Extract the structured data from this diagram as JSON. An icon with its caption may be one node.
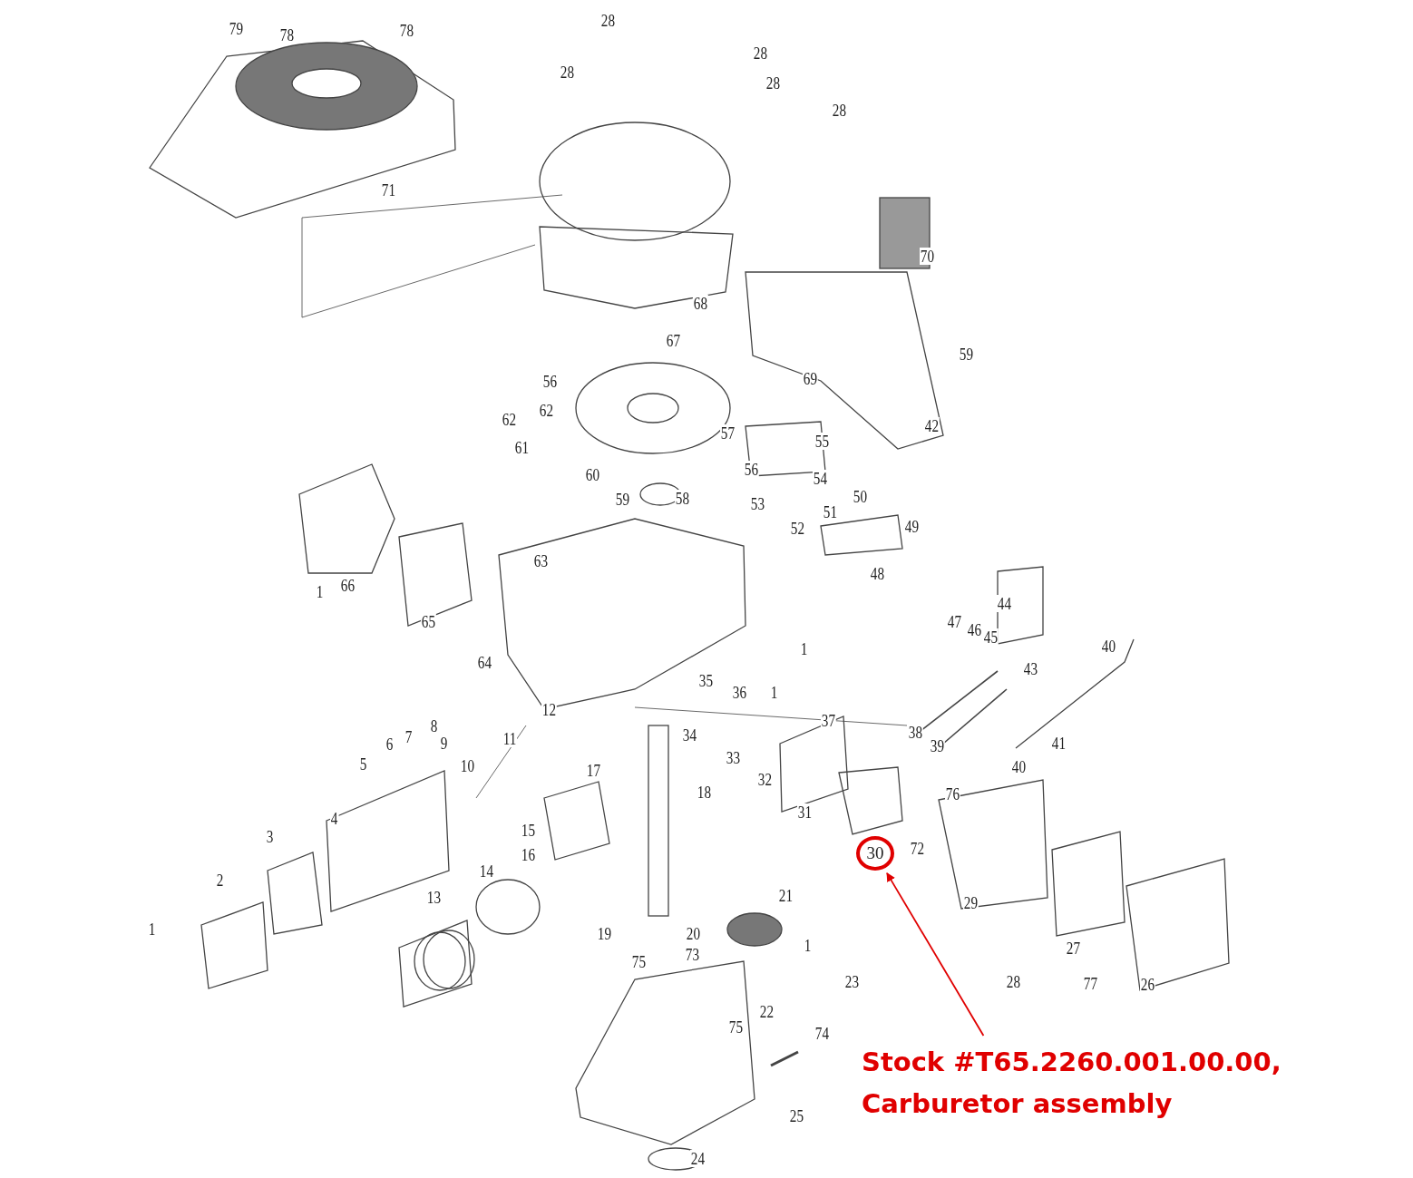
{
  "diagram": {
    "nodes": [
      {
        "text": [
          "30"
        ]
      },
      {
        "text": [
          "Stock #T65.2260.001.00.00, Carburetor assembly"
        ]
      }
    ],
    "edges": [
      {
        "from": 1,
        "to": 0,
        "arrow": "to"
      }
    ],
    "labels": [
      "79",
      "78",
      "78",
      "28",
      "28",
      "28",
      "28",
      "28",
      "71",
      "70",
      "68",
      "67",
      "59",
      "69",
      "56",
      "62",
      "62",
      "42",
      "57",
      "55",
      "61",
      "56",
      "60",
      "54",
      "50",
      "58",
      "59",
      "53",
      "51",
      "49",
      "52",
      "63",
      "48",
      "66",
      "1",
      "44",
      "65",
      "47",
      "46",
      "45",
      "40",
      "1",
      "64",
      "43",
      "35",
      "36",
      "1",
      "12",
      "37",
      "8",
      "38",
      "34",
      "7",
      "11",
      "6",
      "9",
      "39",
      "41",
      "33",
      "5",
      "10",
      "40",
      "17",
      "32",
      "18",
      "76",
      "31",
      "4",
      "15",
      "3",
      "72",
      "16",
      "14",
      "2",
      "13",
      "21",
      "29",
      "1",
      "19",
      "20",
      "1",
      "27",
      "73",
      "75",
      "23",
      "28",
      "77",
      "26",
      "22",
      "75",
      "74",
      "25",
      "24"
    ]
  }
}
